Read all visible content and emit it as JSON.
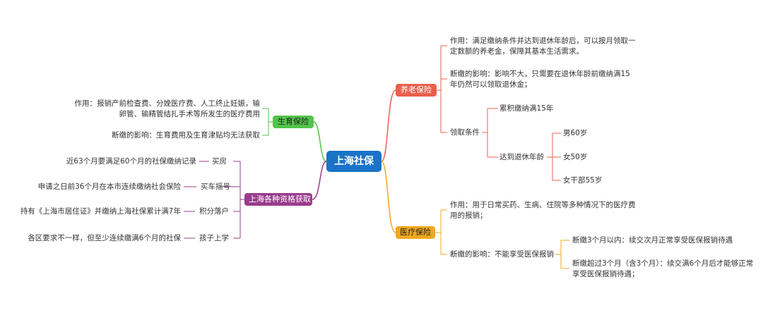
{
  "root": "上海社保",
  "colors": {
    "pension": "#e8604c",
    "maternity": "#52c44a",
    "qualification": "#9a3c8d",
    "medical": "#f0a81e",
    "root": "#1a73c8"
  },
  "pension": {
    "label": "养老保险",
    "role": "作用：满足缴纳条件并达到退休年龄后，可以按月领取一定数额的养老金，保障其基本生活需求。",
    "impact": "断缴的影响：影响不大，只需要在退休年龄前缴纳满15年仍然可以领取退休金；",
    "conditions": {
      "label": "领取条件",
      "years": "累积缴纳满15年",
      "age": {
        "label": "达到退休年龄",
        "items": [
          "男60岁",
          "女50岁",
          "女干部55岁"
        ]
      }
    }
  },
  "maternity": {
    "label": "生育保险",
    "role": "作用：报销产前检查费、分娩医疗费、人工终止妊娠，输卵管、输精管结扎手术等所发生的医疗费用",
    "impact": "断缴的影响：生育费用及生育津贴均无法获取"
  },
  "qualification": {
    "label": "上海各种资格获取",
    "items": [
      {
        "name": "买房",
        "desc": "近63个月要满足60个月的社保缴纳记录"
      },
      {
        "name": "买车摇号",
        "desc": "申请之日前36个月在本市连续缴纳社会保险"
      },
      {
        "name": "积分落户",
        "desc": "持有《上海市居住证》并缴纳上海社保累计满7年"
      },
      {
        "name": "孩子上学",
        "desc": "各区要求不一样，但至少连续缴满6个月的社保"
      }
    ]
  },
  "medical": {
    "label": "医疗保险",
    "role": "作用：用于日常买药、生病、住院等多种情况下的医疗费用的报销；",
    "impact": {
      "label": "断缴的影响：不能享受医保报销",
      "items": [
        "断缴3个月以内：续交次月正常享受医保报销待遇",
        "断缴超过3个月（含3个月）：续交满6个月后才能够正常享受医保报销待遇；"
      ]
    }
  }
}
